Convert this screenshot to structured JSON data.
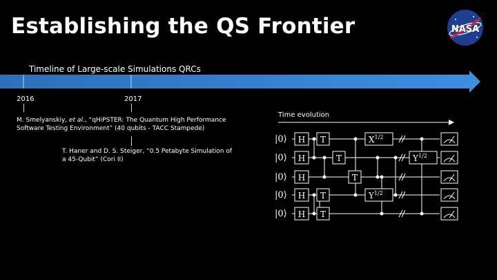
{
  "slide": {
    "title": "Establishing the QS Frontier",
    "logo": {
      "text": "NASA",
      "icon": "nasa-meatball-logo"
    }
  },
  "timeline": {
    "title": "Timeline of Large-scale Simulations QRCs",
    "colors": {
      "bar_start": "#2d6fb8",
      "bar_end": "#3f8fe0"
    },
    "years": [
      "2016",
      "2017"
    ],
    "references": [
      {
        "authors": "M. Smelyanskiy, ",
        "etal": "et al.",
        "text_line1": ", “qHiPSTER: The Quantum High Performance",
        "text_line2": "Software Testing Environment” (40 qubits - TACC Stampede)"
      },
      {
        "line1": "T. Haner and D. S. Steiger, “0.5 Petabyte Simulation of",
        "line2": "a 45-Qubit” (Cori II)"
      }
    ]
  },
  "circuit": {
    "time_label": "Time evolution",
    "kets": [
      "|0⟩",
      "|0⟩",
      "|0⟩",
      "|0⟩",
      "|0⟩"
    ],
    "gates": {
      "h": "H",
      "t": "T",
      "x_half_base": "X",
      "y_half_base": "Y",
      "exponent": "1/2"
    }
  }
}
